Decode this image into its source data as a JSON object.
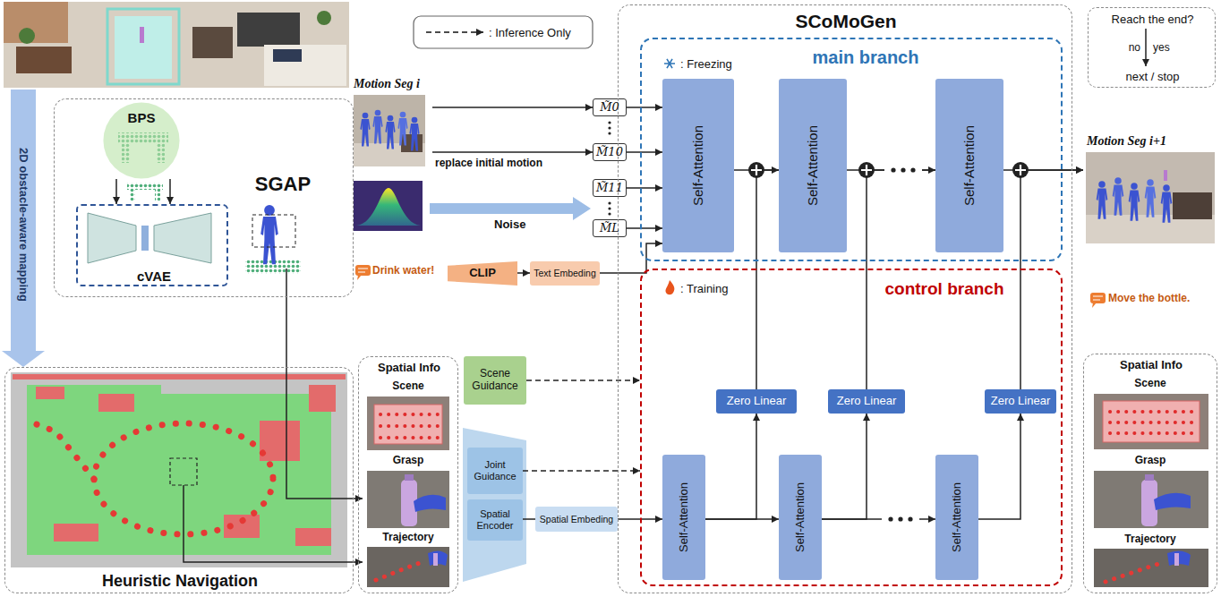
{
  "diagram": {
    "nodes": [
      {
        "text": [
          "SGAP"
        ]
      },
      {
        "text": [
          "BPS"
        ],
        "in": 0
      },
      {
        "text": [
          "cVAE"
        ],
        "in": 0
      },
      {
        "text": [
          "Heuristic Navigation"
        ]
      },
      {
        "text": [
          "Spatial Info"
        ]
      },
      {
        "text": [
          "Scene"
        ],
        "in": 4
      },
      {
        "text": [
          "Grasp"
        ],
        "in": 4
      },
      {
        "text": [
          "Trajectory"
        ],
        "in": 4
      },
      {
        "text": [
          "Motion Seg i"
        ]
      },
      {
        "text": [
          "M̃0"
        ]
      },
      {
        "text": [
          "M̃10"
        ]
      },
      {
        "text": [
          "M̃11"
        ]
      },
      {
        "text": [
          "M̃L"
        ]
      },
      {
        "text": [
          "CLIP"
        ]
      },
      {
        "text": [
          "Text Embeding"
        ]
      },
      {
        "text": [
          "Scene Guidance"
        ]
      },
      {
        "text": [
          "Joint Guidance"
        ]
      },
      {
        "text": [
          "Spatial Encoder"
        ]
      },
      {
        "text": [
          "Spatial Embeding"
        ]
      },
      {
        "text": [
          "SCoMoGen"
        ]
      },
      {
        "text": [
          "main branch",
          ": Freezing"
        ],
        "in": 19
      },
      {
        "text": [
          "Self-Attention"
        ],
        "in": 20
      },
      {
        "text": [
          "Self-Attention"
        ],
        "in": 20
      },
      {
        "text": [
          "Self-Attention"
        ],
        "in": 20
      },
      {
        "text": [
          "control branch",
          ": Training"
        ],
        "in": 19
      },
      {
        "text": [
          "Zero Linear"
        ],
        "in": 24
      },
      {
        "text": [
          "Zero Linear"
        ],
        "in": 24
      },
      {
        "text": [
          "Zero Linear"
        ],
        "in": 24
      },
      {
        "text": [
          "Self-Attention"
        ],
        "in": 24
      },
      {
        "text": [
          "Self-Attention"
        ],
        "in": 24
      },
      {
        "text": [
          "Self-Attention"
        ],
        "in": 24
      },
      {
        "text": [
          "Reach the end?",
          "no",
          "yes",
          "next / stop"
        ]
      },
      {
        "text": [
          "Motion Seg i+1"
        ]
      },
      {
        "text": [
          "Spatial Info"
        ]
      },
      {
        "text": [
          "Scene"
        ],
        "in": 33
      },
      {
        "text": [
          "Grasp"
        ],
        "in": 33
      },
      {
        "text": [
          "Trajectory"
        ],
        "in": 33
      }
    ],
    "edges": [
      {
        "from": 1,
        "to": 2,
        "arrow": "to"
      },
      {
        "from": 0,
        "to": 6,
        "arrow": "to"
      },
      {
        "from": 3,
        "to": 7,
        "arrow": "to"
      },
      {
        "from": 8,
        "to": 9,
        "arrow": "to"
      },
      {
        "from": 8,
        "to": 10,
        "arrow": "to"
      },
      {
        "from": 9,
        "to": 21,
        "arrow": "to"
      },
      {
        "from": 10,
        "to": 21,
        "arrow": "to"
      },
      {
        "from": 11,
        "to": 21,
        "arrow": "to"
      },
      {
        "from": 12,
        "to": 21,
        "arrow": "to"
      },
      {
        "from": 13,
        "to": 14,
        "arrow": "to"
      },
      {
        "from": 14,
        "to": 21,
        "arrow": "to"
      },
      {
        "from": 15,
        "to": 24,
        "arrow": "to"
      },
      {
        "from": 16,
        "to": 24,
        "arrow": "to"
      },
      {
        "from": 17,
        "to": 18,
        "arrow": "none"
      },
      {
        "from": 18,
        "to": 28,
        "arrow": "to"
      },
      {
        "from": 21,
        "to": 22,
        "arrow": "none"
      },
      {
        "from": 22,
        "to": 23,
        "arrow": "none"
      },
      {
        "from": 23,
        "to": 32,
        "arrow": "to"
      },
      {
        "from": 28,
        "to": 29,
        "arrow": "to"
      },
      {
        "from": 29,
        "to": 30,
        "arrow": "to"
      },
      {
        "from": 28,
        "to": 25,
        "arrow": "to"
      },
      {
        "from": 29,
        "to": 26,
        "arrow": "to"
      },
      {
        "from": 30,
        "to": 27,
        "arrow": "to"
      },
      {
        "from": 25,
        "to": 22,
        "arrow": "to"
      },
      {
        "from": 26,
        "to": 23,
        "arrow": "to"
      },
      {
        "from": 27,
        "to": 32,
        "arrow": "to"
      }
    ],
    "labels": [
      "2D obstacle-aware mapping",
      "replace initial motion",
      "Noise",
      "Drink water!",
      "Move the bottle."
    ],
    "legend": [
      {
        "text": ": Inference Only"
      }
    ]
  }
}
